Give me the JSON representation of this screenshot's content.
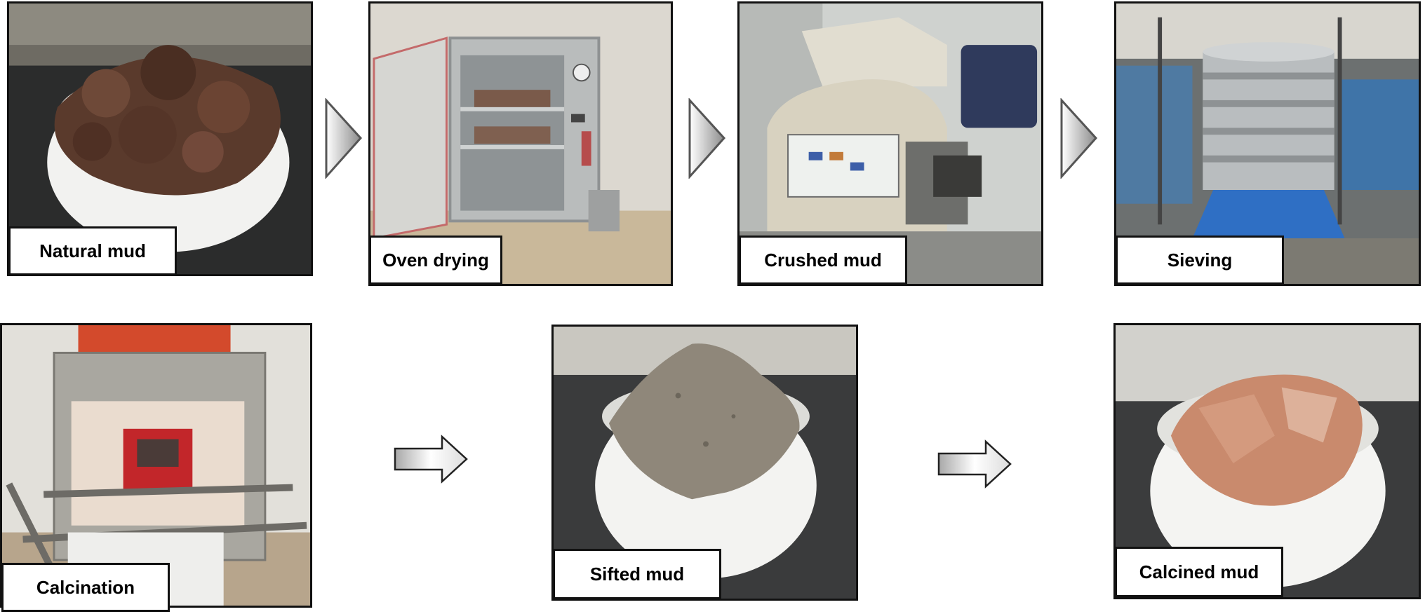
{
  "steps": {
    "natural_mud": "Natural mud",
    "oven_drying": "Oven drying",
    "crushed_mud": "Crushed mud",
    "sieving": "Sieving",
    "calcination": "Calcination",
    "sifted_mud": "Sifted mud",
    "calcined_mud": "Calcined mud"
  },
  "colors": {
    "border": "#111111",
    "arrow_fill_light": "#ffffff",
    "arrow_fill_dark": "#8c8c8c",
    "mud_dark": "#5a3a2c",
    "sifted_powder": "#8f877a",
    "calcined_powder": "#c98a6d"
  }
}
